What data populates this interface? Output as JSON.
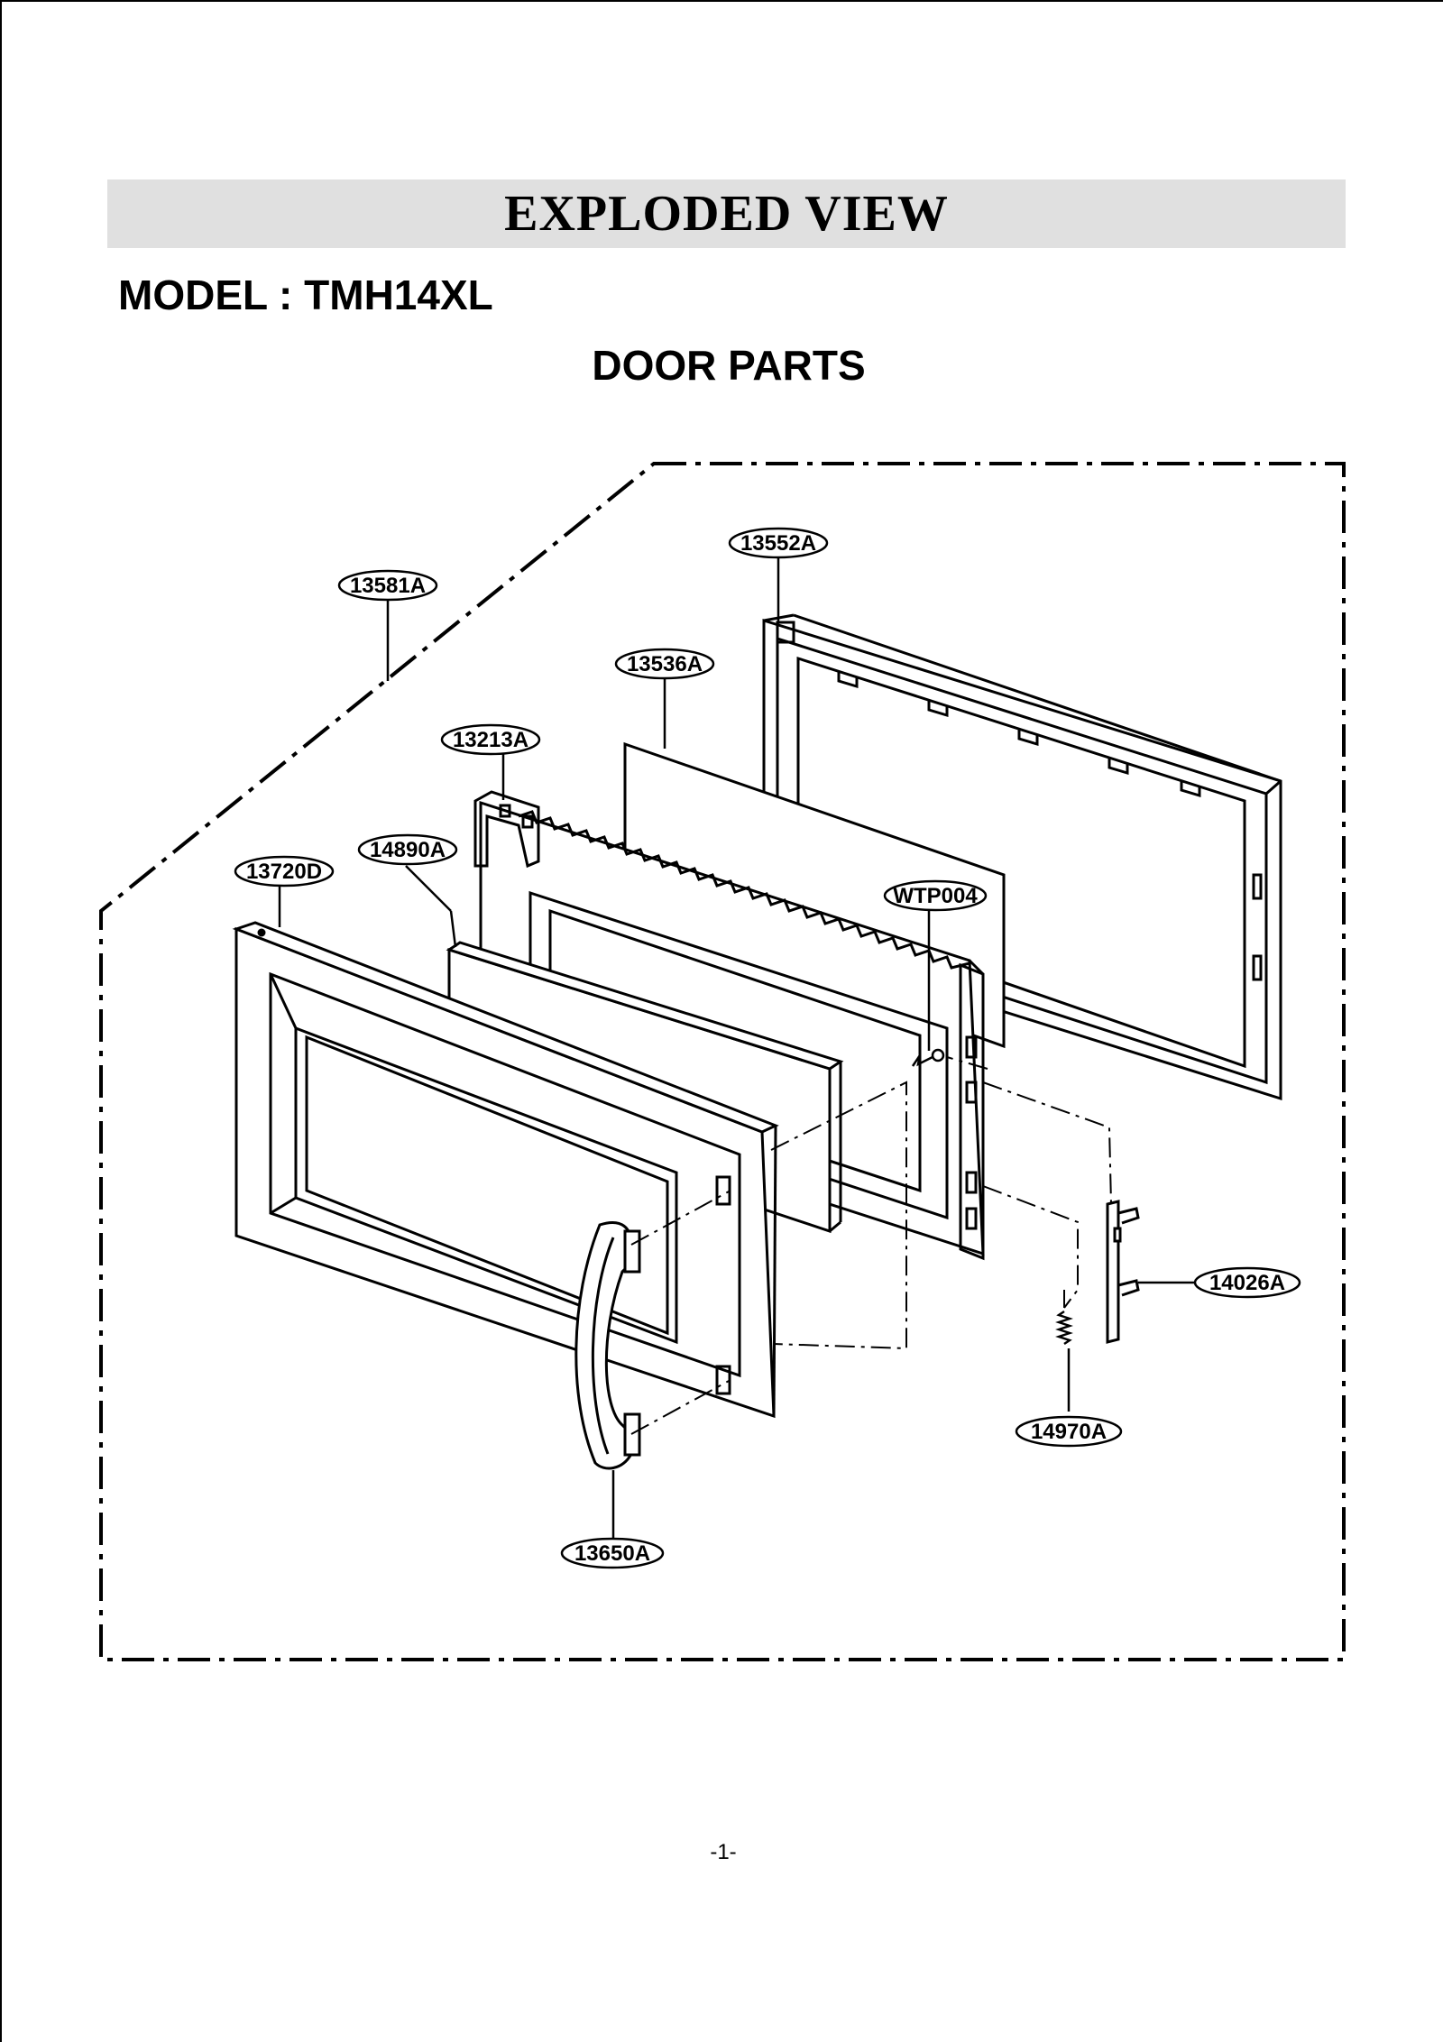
{
  "header": {
    "title": "EXPLODED VIEW",
    "model_line": "MODEL : TMH14XL",
    "section_title": "DOOR PARTS"
  },
  "callouts": [
    {
      "id": "c1",
      "label": "13581A"
    },
    {
      "id": "c2",
      "label": "13552A"
    },
    {
      "id": "c3",
      "label": "13536A"
    },
    {
      "id": "c4",
      "label": "13213A"
    },
    {
      "id": "c5",
      "label": "14890A"
    },
    {
      "id": "c6",
      "label": "13720D"
    },
    {
      "id": "c7",
      "label": "WTP004"
    },
    {
      "id": "c8",
      "label": "14026A"
    },
    {
      "id": "c9",
      "label": "14970A"
    },
    {
      "id": "c10",
      "label": "13650A"
    }
  ],
  "footer": {
    "page_number": "-1-"
  }
}
